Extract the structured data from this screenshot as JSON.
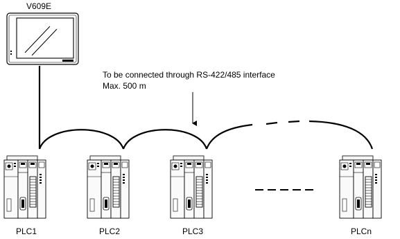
{
  "hmi": {
    "model": "V609E"
  },
  "connection": {
    "note_line1": "To be connected through RS-422/485 interface",
    "note_line2": "Max. 500 m"
  },
  "plcs": [
    {
      "label": "PLC1"
    },
    {
      "label": "PLC2"
    },
    {
      "label": "PLC3"
    },
    {
      "label": "PLCn"
    }
  ]
}
